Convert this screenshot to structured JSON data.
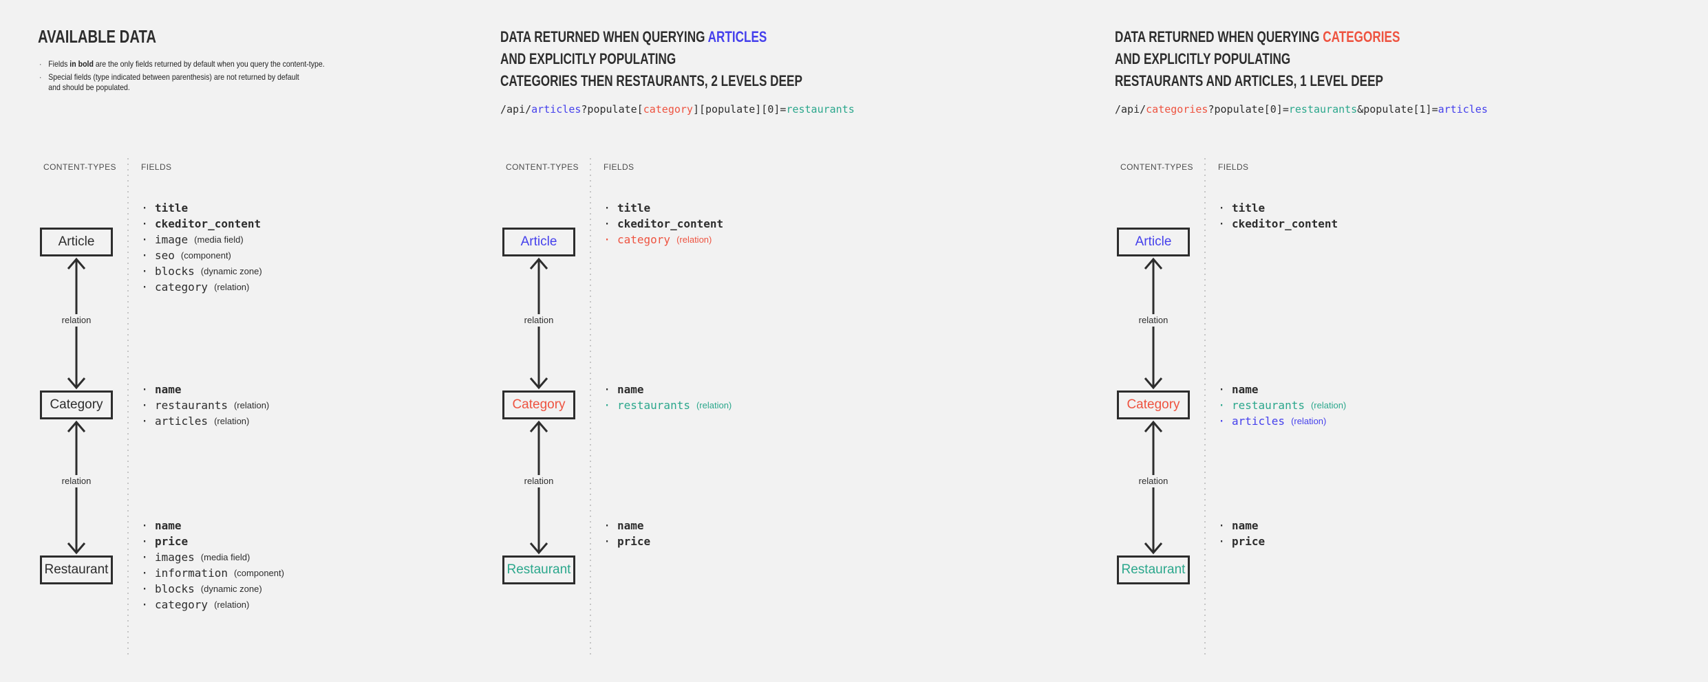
{
  "colors": {
    "dark": "#2d2d2d",
    "blue": "#4540ec",
    "red": "#ee5340",
    "teal": "#2ba78c"
  },
  "relation_label": "relation",
  "panels": [
    {
      "id": "available-data",
      "heading": [
        [
          {
            "t": "AVAILABLE DATA"
          }
        ]
      ],
      "notes": [
        {
          "lines": [
            [
              {
                "t": "Fields "
              },
              {
                "t": "in bold",
                "b": true
              },
              {
                "t": " are the only fields returned by default when you query the content-type."
              }
            ]
          ]
        },
        {
          "lines": [
            [
              {
                "t": "Special fields (type indicated between parenthesis) are not returned by default"
              }
            ],
            [
              {
                "t": "and should be populated."
              }
            ]
          ]
        }
      ],
      "code": null,
      "diagram": {
        "content_types_label": "CONTENT-TYPES",
        "fields_label": "FIELDS",
        "relation_label": "relation",
        "nodes": [
          {
            "label": "Article",
            "color": "dark",
            "fields": [
              {
                "t": "title",
                "b": true
              },
              {
                "t": "ckeditor_content",
                "b": true
              },
              {
                "t": "image",
                "type": "(media field)"
              },
              {
                "t": "seo",
                "type": "(component)"
              },
              {
                "t": "blocks",
                "type": "(dynamic zone)"
              },
              {
                "t": "category",
                "type": "(relation)"
              }
            ]
          },
          {
            "label": "Category",
            "color": "dark",
            "fields": [
              {
                "t": "name",
                "b": true
              },
              {
                "t": "restaurants",
                "type": "(relation)"
              },
              {
                "t": "articles",
                "type": "(relation)"
              }
            ]
          },
          {
            "label": "Restaurant",
            "color": "dark",
            "fields": [
              {
                "t": "name",
                "b": true
              },
              {
                "t": "price",
                "b": true
              },
              {
                "t": "images",
                "type": "(media field)"
              },
              {
                "t": "information",
                "type": "(component)"
              },
              {
                "t": "blocks",
                "type": "(dynamic zone)"
              },
              {
                "t": "category",
                "type": "(relation)"
              }
            ]
          }
        ]
      }
    },
    {
      "id": "query-articles",
      "heading": [
        [
          {
            "t": "DATA RETURNED WHEN QUERYING "
          },
          {
            "t": "ARTICLES",
            "color": "blue"
          }
        ],
        [
          {
            "t": "AND EXPLICITLY POPULATING"
          }
        ],
        [
          {
            "t": "CATEGORIES THEN RESTAURANTS, 2 LEVELS DEEP"
          }
        ]
      ],
      "notes": null,
      "code": [
        {
          "t": "/api/"
        },
        {
          "t": "articles",
          "color": "blue"
        },
        {
          "t": "?populate["
        },
        {
          "t": "category",
          "color": "red"
        },
        {
          "t": "][populate][0]="
        },
        {
          "t": "restaurants",
          "color": "teal"
        }
      ],
      "diagram": {
        "content_types_label": "CONTENT-TYPES",
        "fields_label": "FIELDS",
        "relation_label": "relation",
        "nodes": [
          {
            "label": "Article",
            "color": "blue",
            "fields": [
              {
                "t": "title",
                "b": true
              },
              {
                "t": "ckeditor_content",
                "b": true
              },
              {
                "t": "category",
                "type": "(relation)",
                "color": "red"
              }
            ]
          },
          {
            "label": "Category",
            "color": "red",
            "fields": [
              {
                "t": "name",
                "b": true
              },
              {
                "t": "restaurants",
                "type": "(relation)",
                "color": "teal"
              }
            ]
          },
          {
            "label": "Restaurant",
            "color": "teal",
            "fields": [
              {
                "t": "name",
                "b": true
              },
              {
                "t": "price",
                "b": true
              }
            ]
          }
        ]
      }
    },
    {
      "id": "query-categories",
      "heading": [
        [
          {
            "t": "DATA RETURNED WHEN QUERYING "
          },
          {
            "t": "CATEGORIES",
            "color": "red"
          }
        ],
        [
          {
            "t": "AND EXPLICITLY POPULATING"
          }
        ],
        [
          {
            "t": "RESTAURANTS AND ARTICLES, 1 LEVEL DEEP"
          }
        ]
      ],
      "notes": null,
      "code": [
        {
          "t": "/api/"
        },
        {
          "t": "categories",
          "color": "red"
        },
        {
          "t": "?populate[0]="
        },
        {
          "t": "restaurants",
          "color": "teal"
        },
        {
          "t": "&populate[1]="
        },
        {
          "t": "articles",
          "color": "blue"
        }
      ],
      "diagram": {
        "content_types_label": "CONTENT-TYPES",
        "fields_label": "FIELDS",
        "relation_label": "relation",
        "nodes": [
          {
            "label": "Article",
            "color": "blue",
            "fields": [
              {
                "t": "title",
                "b": true
              },
              {
                "t": "ckeditor_content",
                "b": true
              }
            ]
          },
          {
            "label": "Category",
            "color": "red",
            "fields": [
              {
                "t": "name",
                "b": true
              },
              {
                "t": "restaurants",
                "type": "(relation)",
                "color": "teal"
              },
              {
                "t": "articles",
                "type": "(relation)",
                "color": "blue"
              }
            ]
          },
          {
            "label": "Restaurant",
            "color": "teal",
            "fields": [
              {
                "t": "name",
                "b": true
              },
              {
                "t": "price",
                "b": true
              }
            ]
          }
        ]
      }
    }
  ]
}
